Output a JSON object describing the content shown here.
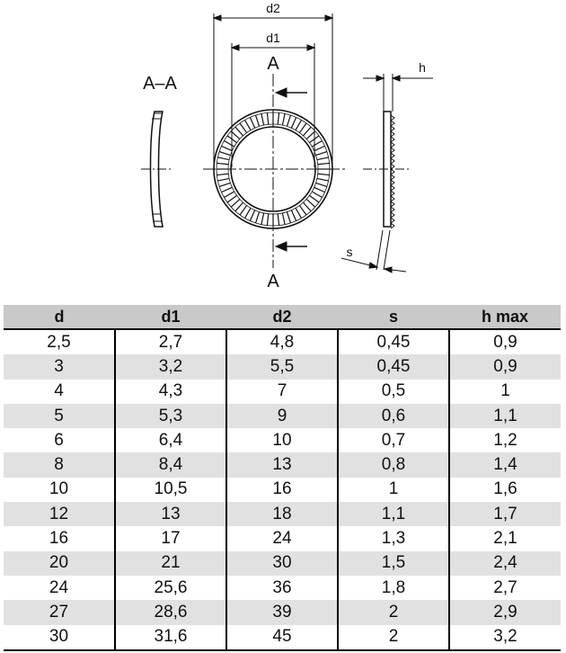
{
  "drawing": {
    "dim_d2": "d2",
    "dim_d1": "d1",
    "section_letter": "A",
    "section_title": "A–A",
    "dim_h": "h",
    "dim_s": "s"
  },
  "table": {
    "headers": [
      "d",
      "d1",
      "d2",
      "s",
      "h max"
    ],
    "rows": [
      [
        "2,5",
        "2,7",
        "4,8",
        "0,45",
        "0,9"
      ],
      [
        "3",
        "3,2",
        "5,5",
        "0,45",
        "0,9"
      ],
      [
        "4",
        "4,3",
        "7",
        "0,5",
        "1"
      ],
      [
        "5",
        "5,3",
        "9",
        "0,6",
        "1,1"
      ],
      [
        "6",
        "6,4",
        "10",
        "0,7",
        "1,2"
      ],
      [
        "8",
        "8,4",
        "13",
        "0,8",
        "1,4"
      ],
      [
        "10",
        "10,5",
        "16",
        "1",
        "1,6"
      ],
      [
        "12",
        "13",
        "18",
        "1,1",
        "1,7"
      ],
      [
        "16",
        "17",
        "24",
        "1,3",
        "2,1"
      ],
      [
        "20",
        "21",
        "30",
        "1,5",
        "2,4"
      ],
      [
        "24",
        "25,6",
        "36",
        "1,8",
        "2,7"
      ],
      [
        "27",
        "28,6",
        "39",
        "2",
        "2,9"
      ],
      [
        "30",
        "31,6",
        "45",
        "2",
        "3,2"
      ]
    ]
  }
}
